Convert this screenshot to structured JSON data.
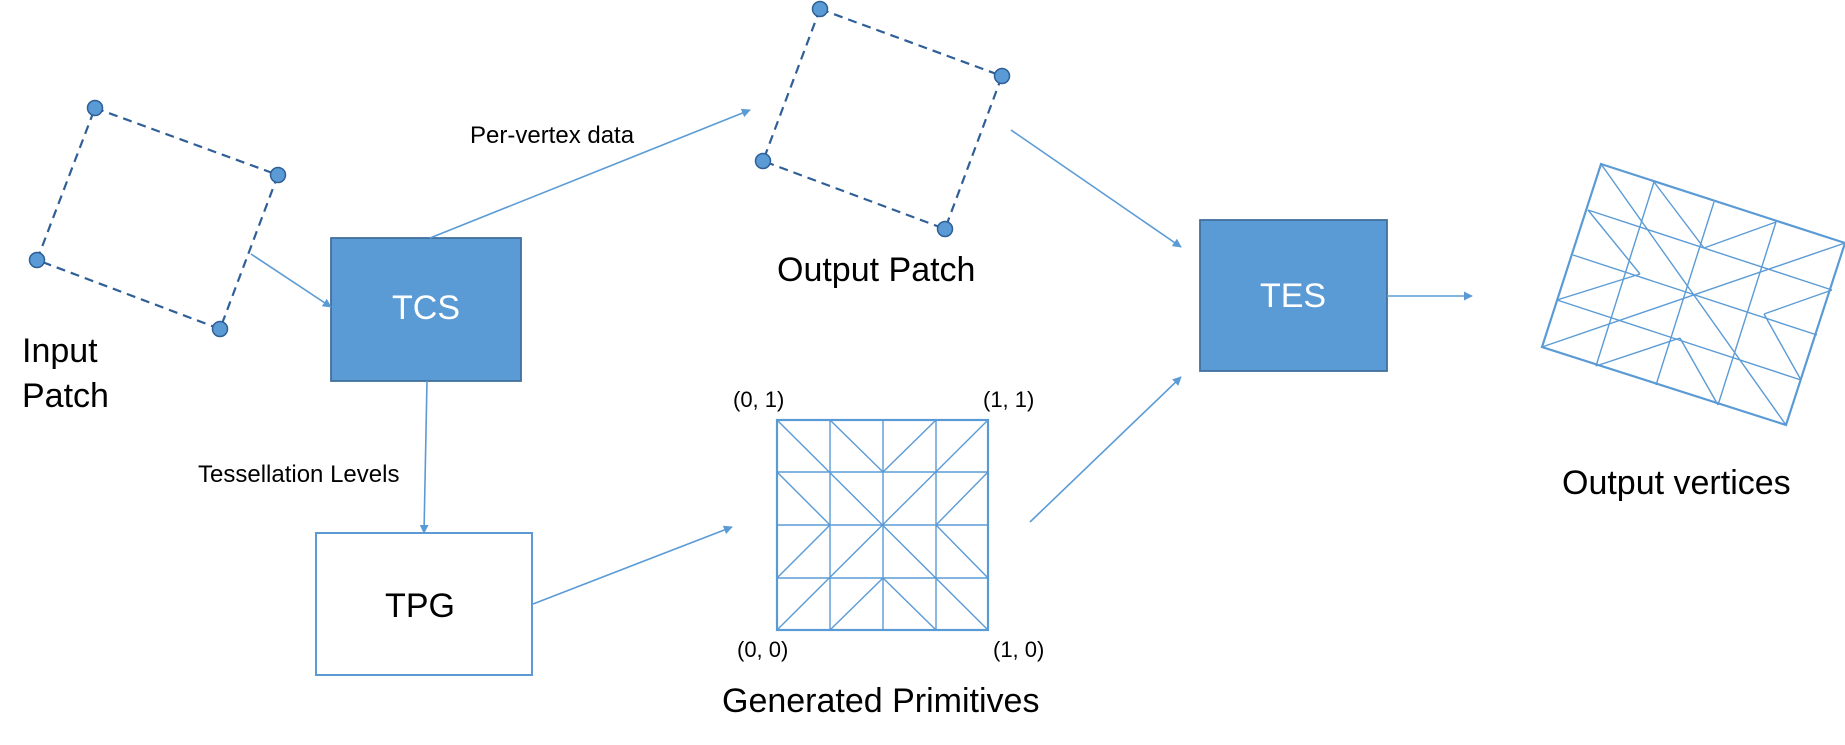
{
  "labels": {
    "input_patch_line1": "Input",
    "input_patch_line2": "Patch",
    "per_vertex_data": "Per-vertex data",
    "output_patch": "Output Patch",
    "tessellation_levels": "Tessellation Levels",
    "generated_primitives": "Generated Primitives",
    "output_vertices": "Output vertices"
  },
  "boxes": {
    "tcs": "TCS",
    "tes": "TES",
    "tpg": "TPG"
  },
  "coords": {
    "top_left": "(0, 1)",
    "top_right": "(1, 1)",
    "bottom_left": "(0, 0)",
    "bottom_right": "(1, 0)"
  },
  "colors": {
    "accent_fill": "#5b9bd5",
    "accent_stroke": "#41719c",
    "dashed_outline": "#2f5f96"
  }
}
